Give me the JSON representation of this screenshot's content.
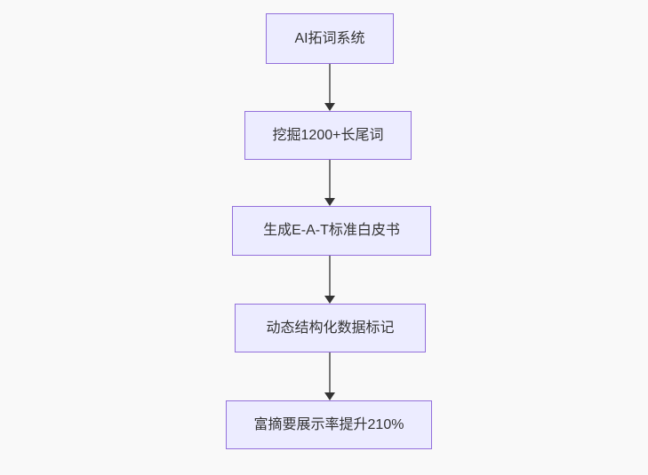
{
  "diagram": {
    "type": "flowchart",
    "direction": "top-down",
    "nodes": [
      {
        "id": "A",
        "label": "AI拓词系统"
      },
      {
        "id": "B",
        "label": "挖掘1200+长尾词"
      },
      {
        "id": "C",
        "label": "生成E-A-T标准白皮书"
      },
      {
        "id": "D",
        "label": "动态结构化数据标记"
      },
      {
        "id": "E",
        "label": "富摘要展示率提升210%"
      }
    ],
    "edges": [
      {
        "from": "A",
        "to": "B"
      },
      {
        "from": "B",
        "to": "C"
      },
      {
        "from": "C",
        "to": "D"
      },
      {
        "from": "D",
        "to": "E"
      }
    ],
    "colors": {
      "background": "#f9f9f9",
      "node_fill": "#ECECFF",
      "node_border": "#9370DB",
      "edge_line": "#777777",
      "arrowhead": "#333333",
      "text": "#333333"
    }
  }
}
